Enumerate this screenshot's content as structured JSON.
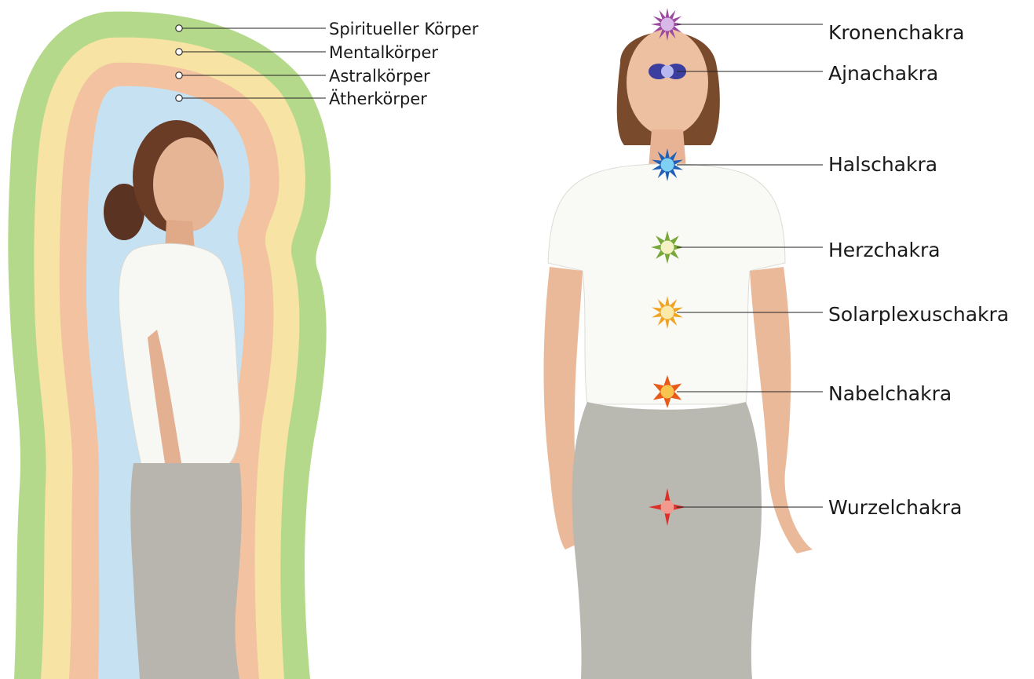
{
  "aura": {
    "layers": [
      {
        "label": "Spiritueller Körper",
        "color": "#b5d98a"
      },
      {
        "label": "Mentalkörper",
        "color": "#f7e3a4"
      },
      {
        "label": "Astralkörper",
        "color": "#f3c2a1"
      },
      {
        "label": "Ätherkörper",
        "color": "#c6e2f2"
      }
    ]
  },
  "chakras": [
    {
      "label": "Kronenchakra",
      "color": "#9b4aa0",
      "center": "#d8b8e6",
      "icon": "lotus-flower-icon"
    },
    {
      "label": "Ajnachakra",
      "color": "#3b3e9e",
      "center": "#b7b9ee",
      "icon": "lotus-two-petal-icon"
    },
    {
      "label": "Halschakra",
      "color": "#1f5fb5",
      "center": "#7fd0f5",
      "icon": "lotus-flower-icon"
    },
    {
      "label": "Herzchakra",
      "color": "#79a83a",
      "center": "#f4f1c4",
      "icon": "lotus-flower-icon"
    },
    {
      "label": "Solarplexuschakra",
      "color": "#f0a221",
      "center": "#fbe9a9",
      "icon": "lotus-flower-icon"
    },
    {
      "label": "Nabelchakra",
      "color": "#e85a18",
      "center": "#f8c44e",
      "icon": "lotus-flower-icon"
    },
    {
      "label": "Wurzelchakra",
      "color": "#dc2f2a",
      "center": "#f39a8e",
      "icon": "lotus-four-petal-icon"
    }
  ]
}
